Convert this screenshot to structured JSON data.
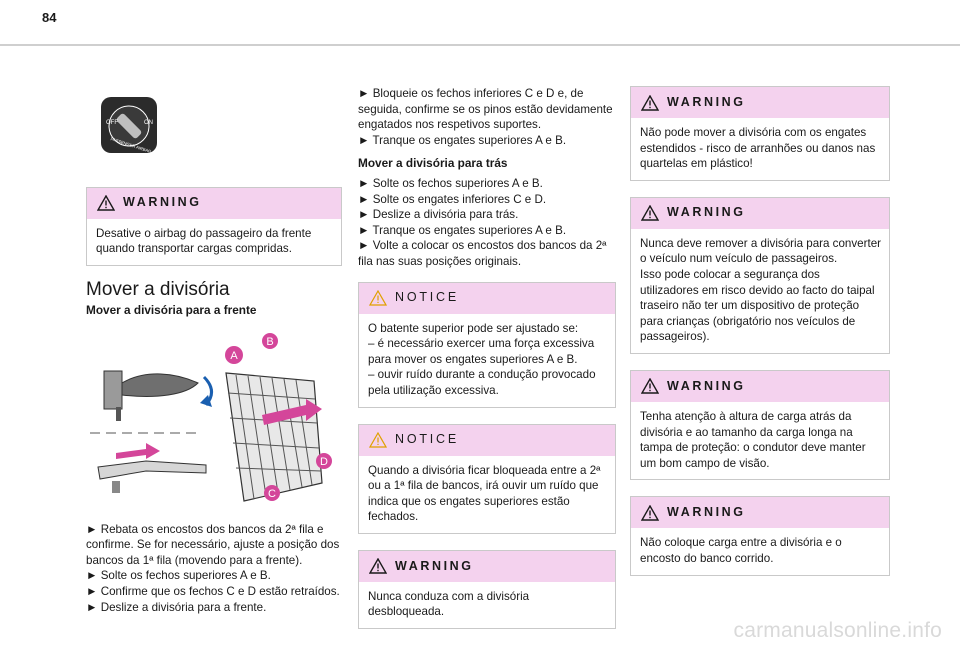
{
  "page_number": "84",
  "left_col": {
    "icon_labels": {
      "off": "OFF",
      "on": "ON",
      "ring": "PASSENGER AIRBAG"
    },
    "warning": {
      "label": "WARNING",
      "text": "Desative o airbag do passageiro da frente quando transportar cargas compridas."
    },
    "section_title": "Mover a divisória",
    "subsection_title": "Mover a divisória para a frente",
    "diagram_labels": [
      "A",
      "B",
      "C",
      "D"
    ],
    "steps": [
      "► Rebata os encostos dos bancos da 2ª fila e confirme. Se for necessário, ajuste a posição dos bancos da 1ª fila (movendo para a frente).",
      "► Solte os fechos superiores A e B.",
      "► Confirme que os fechos C e D estão retraídos.",
      "► Deslize a divisória para a frente."
    ]
  },
  "mid_col": {
    "steps_top": [
      "► Bloqueie os fechos inferiores C e D e, de seguida, confirme se os pinos estão devidamente engatados nos respetivos suportes.",
      "► Tranque os engates superiores A e B."
    ],
    "subsection_title": "Mover a divisória para trás",
    "steps_back": [
      "► Solte os fechos superiores A e B.",
      "► Solte os engates inferiores C e D.",
      "► Deslize a divisória para trás.",
      "► Tranque os engates superiores A e B.",
      "► Volte a colocar os encostos dos bancos da 2ª fila nas suas posições originais."
    ],
    "notice1": {
      "label": "NOTICE",
      "lines": [
        "O batente superior pode ser ajustado se:",
        "– é necessário exercer uma força excessiva para mover os engates superiores A e B.",
        "– ouvir ruído durante a condução provocado pela utilização excessiva."
      ]
    },
    "notice2": {
      "label": "NOTICE",
      "text": "Quando a divisória ficar bloqueada entre a 2ª ou a 1ª fila de bancos, irá ouvir um ruído que indica que os engates superiores estão fechados."
    },
    "warning": {
      "label": "WARNING",
      "text": "Nunca conduza com a divisória desbloqueada."
    }
  },
  "right_col": {
    "warning1": {
      "label": "WARNING",
      "text": "Não pode mover a divisória com os engates estendidos - risco de arranhões ou danos nas quartelas em plástico!"
    },
    "warning2": {
      "label": "WARNING",
      "lines": [
        "Nunca deve remover a divisória para converter o veículo num veículo de passageiros.",
        "Isso pode colocar a segurança dos utilizadores em risco devido ao facto do taipal traseiro não ter um dispositivo de proteção para crianças (obrigatório nos veículos de passageiros)."
      ]
    },
    "warning3": {
      "label": "WARNING",
      "text": "Tenha atenção à altura de carga atrás da divisória e ao tamanho da carga longa na tampa de proteção: o condutor deve manter um bom campo de visão."
    },
    "warning4": {
      "label": "WARNING",
      "text": "Não coloque carga entre a divisória e o encosto do banco corrido."
    }
  },
  "watermark": "carmanualsonline.info"
}
